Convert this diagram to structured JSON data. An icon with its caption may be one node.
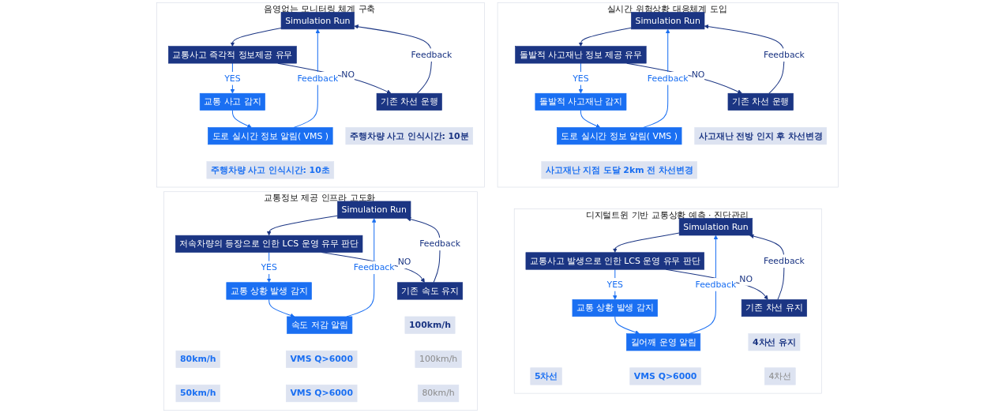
{
  "diagram": {
    "nodes": [
      {
        "text": [
          "음영없는 모니터링 체계 구축"
        ]
      },
      {
        "text": [
          "Simulation Run"
        ],
        "in": 0
      },
      {
        "text": [
          "교통사고 즉각적 정보제공 유무"
        ],
        "in": 0
      },
      {
        "text": [
          "기존 차선 운행"
        ],
        "in": 0
      },
      {
        "text": [
          "주행차량 사고 인식시간: 10분"
        ],
        "in": 0
      },
      {
        "text": [
          "교통 사고 감지"
        ],
        "in": 0
      },
      {
        "text": [
          "도로 실시간 정보 알림( VMS )"
        ],
        "in": 0
      },
      {
        "text": [
          "주행차량 사고 인식시간: 10초"
        ],
        "in": 0
      },
      {
        "text": [
          "실시간 위험상황 대응체계 도입"
        ]
      },
      {
        "text": [
          "Simulation Run"
        ],
        "in": 8
      },
      {
        "text": [
          "돌발적 사고재난 정보 제공 유무"
        ],
        "in": 8
      },
      {
        "text": [
          "기존 차선 운행"
        ],
        "in": 8
      },
      {
        "text": [
          "사고재난 전방 인지 후 차선변경"
        ],
        "in": 8
      },
      {
        "text": [
          "돌발적 사고재난 감지"
        ],
        "in": 8
      },
      {
        "text": [
          "도로 실시간 정보 알림( VMS )"
        ],
        "in": 8
      },
      {
        "text": [
          "사고재난 지점 도달 2km 전 차선변경"
        ],
        "in": 8
      },
      {
        "text": [
          "교통정보 제공 인프라 고도화"
        ]
      },
      {
        "text": [
          "Simulation Run"
        ],
        "in": 16
      },
      {
        "text": [
          "저속차량의 등장으로 인한 LCS 운영 유무 판단"
        ],
        "in": 16
      },
      {
        "text": [
          "기존 속도 유지"
        ],
        "in": 16
      },
      {
        "text": [
          "100km/h"
        ],
        "in": 16
      },
      {
        "text": [
          "교통 상황 발생 감지"
        ],
        "in": 16
      },
      {
        "text": [
          "속도 저감 알림"
        ],
        "in": 16
      },
      {
        "text": [
          "VMS Q>6000"
        ],
        "in": 16
      },
      {
        "text": [
          "100km/h"
        ],
        "in": 16
      },
      {
        "text": [
          "80km/h"
        ],
        "in": 16
      },
      {
        "text": [
          "VMS Q>6000"
        ],
        "in": 16
      },
      {
        "text": [
          "80km/h"
        ],
        "in": 16
      },
      {
        "text": [
          "50km/h"
        ],
        "in": 16
      },
      {
        "text": [
          "디지털트윈 기반 교통상황 예측 · 진단관리"
        ]
      },
      {
        "text": [
          "Simulation Run"
        ],
        "in": 29
      },
      {
        "text": [
          "교통사고 발생으로 인한 LCS 운영 유무 판단"
        ],
        "in": 29
      },
      {
        "text": [
          "기존 차선 유지"
        ],
        "in": 29
      },
      {
        "text": [
          "4차선 유지"
        ],
        "in": 29
      },
      {
        "text": [
          "교통 상황 발생 감지"
        ],
        "in": 29
      },
      {
        "text": [
          "길어깨 운영 알림"
        ],
        "in": 29
      },
      {
        "text": [
          "VMS Q>6000"
        ],
        "in": 29
      },
      {
        "text": [
          "4차선"
        ],
        "in": 29
      },
      {
        "text": [
          "5차선"
        ],
        "in": 29
      }
    ],
    "edges": [
      {
        "from": 1,
        "to": 2,
        "arrow": "to"
      },
      {
        "from": 2,
        "to": 3,
        "label": "NO",
        "arrow": "to"
      },
      {
        "from": 2,
        "to": 5,
        "label": "YES",
        "arrow": "to",
        "color": "#1a6ff2"
      },
      {
        "from": 5,
        "to": 6,
        "arrow": "to",
        "color": "#1a6ff2"
      },
      {
        "from": 3,
        "to": 1,
        "label": "Feedback",
        "arrow": "to"
      },
      {
        "from": 6,
        "to": 1,
        "label": "Feedback",
        "arrow": "to",
        "color": "#1a6ff2"
      },
      {
        "from": 9,
        "to": 10,
        "arrow": "to"
      },
      {
        "from": 10,
        "to": 11,
        "label": "NO",
        "arrow": "to"
      },
      {
        "from": 10,
        "to": 13,
        "label": "YES",
        "arrow": "to",
        "color": "#1a6ff2"
      },
      {
        "from": 13,
        "to": 14,
        "arrow": "to",
        "color": "#1a6ff2"
      },
      {
        "from": 11,
        "to": 9,
        "label": "Feedback",
        "arrow": "to"
      },
      {
        "from": 14,
        "to": 9,
        "label": "Feedback",
        "arrow": "to",
        "color": "#1a6ff2"
      },
      {
        "from": 17,
        "to": 18,
        "arrow": "to"
      },
      {
        "from": 18,
        "to": 19,
        "label": "NO",
        "arrow": "to"
      },
      {
        "from": 18,
        "to": 21,
        "label": "YES",
        "arrow": "to",
        "color": "#1a6ff2"
      },
      {
        "from": 21,
        "to": 22,
        "arrow": "to",
        "color": "#1a6ff2"
      },
      {
        "from": 19,
        "to": 17,
        "label": "Feedback",
        "arrow": "to"
      },
      {
        "from": 22,
        "to": 17,
        "label": "Feedback",
        "arrow": "to",
        "color": "#1a6ff2"
      },
      {
        "from": 30,
        "to": 31,
        "arrow": "to"
      },
      {
        "from": 31,
        "to": 32,
        "label": "NO",
        "arrow": "to"
      },
      {
        "from": 31,
        "to": 34,
        "label": "YES",
        "arrow": "to",
        "color": "#1a6ff2"
      },
      {
        "from": 34,
        "to": 35,
        "arrow": "to",
        "color": "#1a6ff2"
      },
      {
        "from": 32,
        "to": 30,
        "label": "Feedback",
        "arrow": "to"
      },
      {
        "from": 35,
        "to": 30,
        "label": "Feedback",
        "arrow": "to",
        "color": "#1a6ff2"
      }
    ]
  }
}
